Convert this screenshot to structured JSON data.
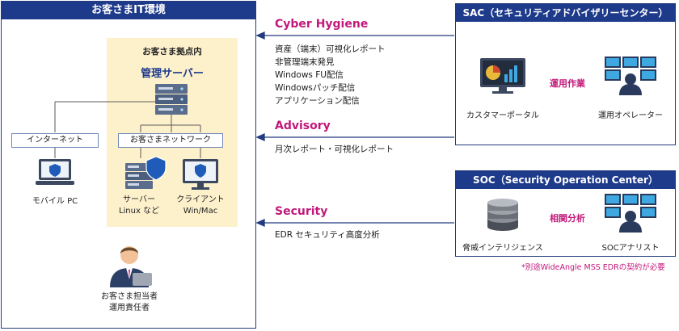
{
  "customer": {
    "title": "お客さまIT環境",
    "site_title": "お客さま拠点内",
    "mgmt_server": "管理サーバー",
    "internet": "インターネット",
    "mobile_pc": "モバイル PC",
    "network": "お客さまネットワーク",
    "server_label": [
      "サーバー",
      "Linux など"
    ],
    "client_label": [
      "クライアント",
      "Win/Mac"
    ],
    "person_label": [
      "お客さま担当者",
      "運用責任者"
    ]
  },
  "services": [
    {
      "title": "Cyber Hygiene",
      "items": [
        "資産（端末）可視化レポート",
        "非管理端末発見",
        "Windows FU配信",
        "Windowsパッチ配信",
        "アプリケーション配信"
      ]
    },
    {
      "title": "Advisory",
      "items": [
        "月次レポート・可視化レポート"
      ]
    },
    {
      "title": "Security",
      "items": [
        "EDR セキュリティ高度分析"
      ]
    }
  ],
  "sac": {
    "title": "SAC（セキュリティアドバイザリーセンター）",
    "left_label": "カスタマーポータル",
    "center_label": "運用作業",
    "right_label": "運用オペレーター"
  },
  "soc": {
    "title": "SOC（Security Operation Center）",
    "left_label": "脅威インテリジェンス",
    "center_label": "相関分析",
    "right_label": "SOCアナリスト"
  },
  "footnote": "*別途WideAngle MSS EDRの契約が必要",
  "colors": {
    "navy": "#1e3a8a",
    "magenta": "#c2187a",
    "site_bg": "#fdf1cc",
    "arrow": "#233b7e"
  }
}
